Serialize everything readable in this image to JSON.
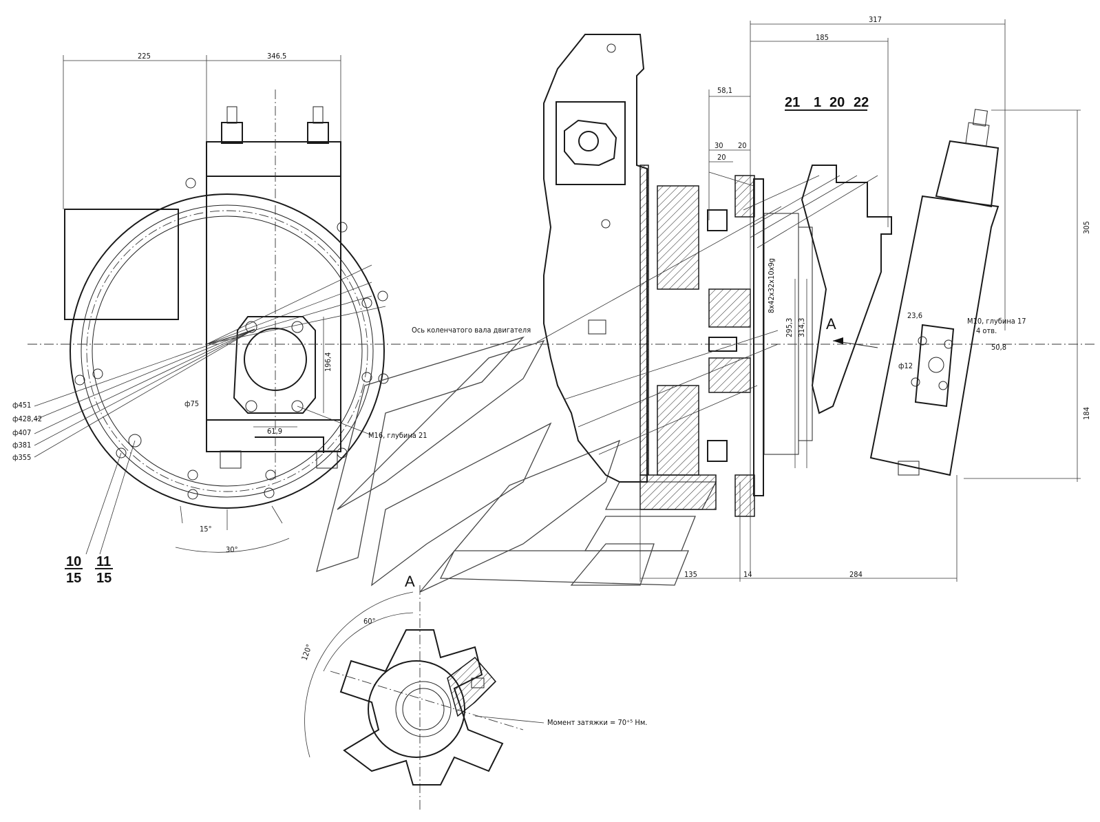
{
  "dimensions": {
    "top_left": "225",
    "top_right": "346.5",
    "d451": "ф451",
    "d428": "ф428,42",
    "d407": "ф407",
    "d381": "ф381",
    "d355": "ф355",
    "d75": "ф75",
    "d61": "61,9",
    "d196": "196,4",
    "m16": "М16, глубина 21",
    "ang15": "15°",
    "ang30": "30°",
    "axis_label": "Ось коленчатого вала двигателя",
    "d317": "317",
    "d185": "185",
    "d581": "58,1",
    "d30": "30",
    "d20a": "20",
    "d20b": "20",
    "spline": "8х42х32х10х9g",
    "d2951": "295,3",
    "d3141": "314,3",
    "d305": "305",
    "d184": "184",
    "d135": "135",
    "d14": "14",
    "d284": "284",
    "d236": "23,6",
    "m10": "М10, глубина 17",
    "holes": "4 отв.",
    "d508": "50,8",
    "d12": "ф12",
    "ang60": "60°",
    "ang120": "120°",
    "torque": "Момент затяжки = 70⁺⁵ Нм."
  },
  "positions": {
    "p21": "21",
    "p1": "1",
    "p20": "20",
    "p22": "22",
    "p10": "10",
    "p11": "11",
    "p15a": "15",
    "p15b": "15"
  },
  "section": {
    "label_top": "А",
    "label_bottom": "А"
  }
}
